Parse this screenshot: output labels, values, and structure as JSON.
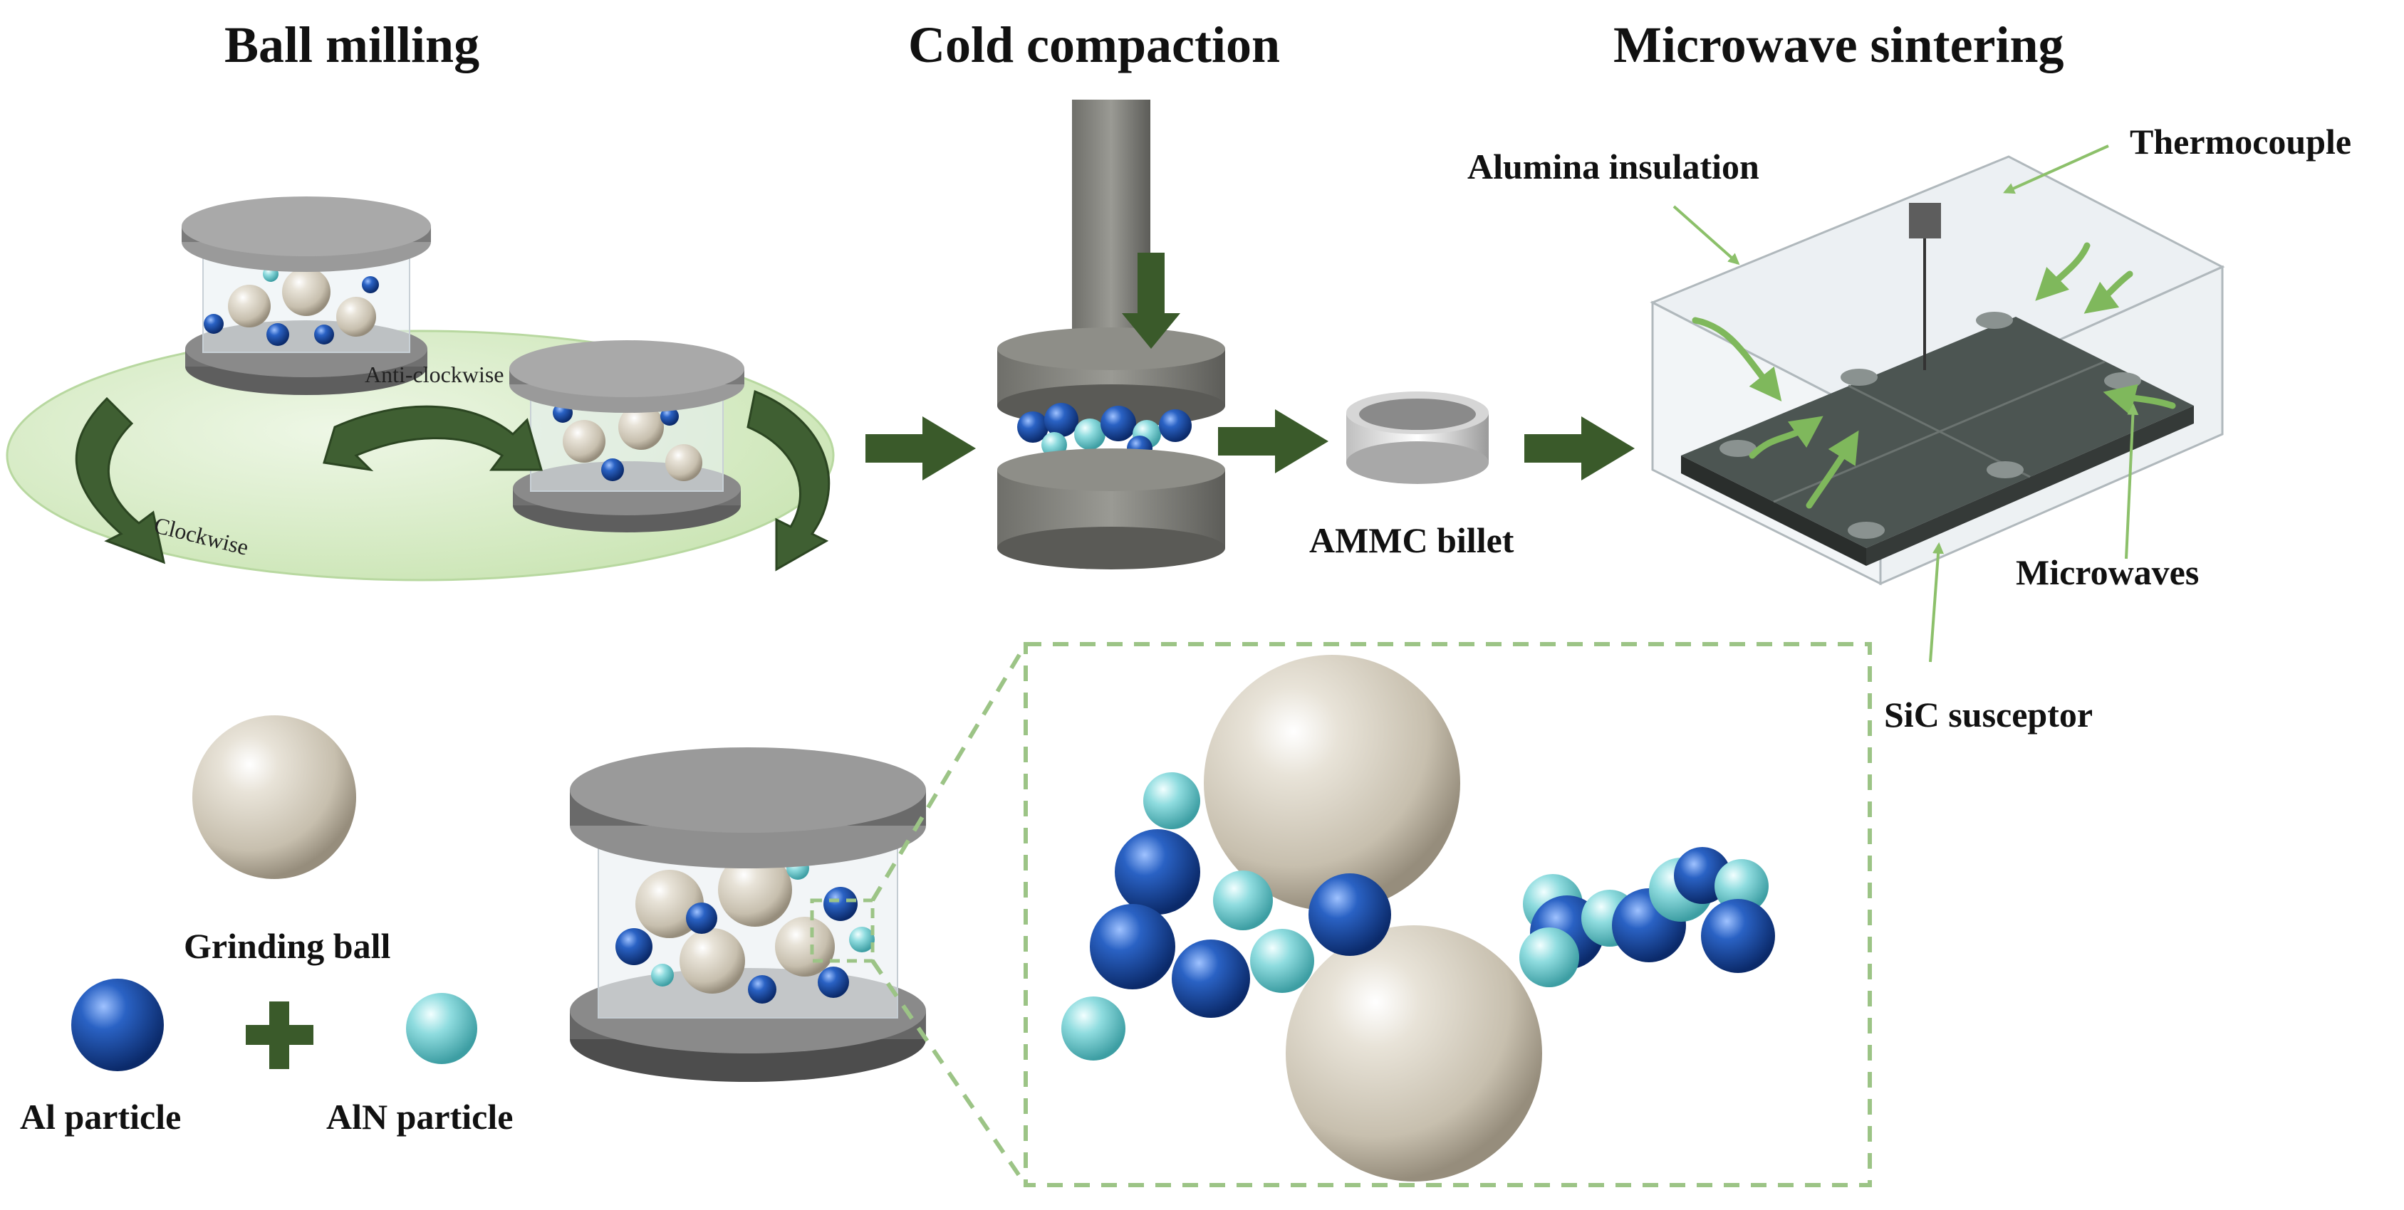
{
  "stages": {
    "ball_milling": "Ball milling",
    "cold_compaction": "Cold compaction",
    "microwave_sintering": "Microwave sintering"
  },
  "milling": {
    "anti_clockwise": "Anti-clockwise",
    "clockwise": "Clockwise"
  },
  "billet_label": "AMMC billet",
  "sintering_labels": {
    "alumina": "Alumina insulation",
    "thermocouple": "Thermocouple",
    "microwaves": "Microwaves",
    "susceptor": "SiC susceptor"
  },
  "legend": {
    "grinding_ball": "Grinding ball",
    "al_particle": "Al particle",
    "aln_particle": "AlN particle"
  },
  "colors": {
    "flow_arrow": "#3a5a2a",
    "plate": "#e2f0d4",
    "al": "#1f4fa8",
    "aln": "#7fd3d6",
    "ball": "#cfc8b8",
    "leader": "#8cc06a",
    "zoom_box": "#9cc486"
  }
}
